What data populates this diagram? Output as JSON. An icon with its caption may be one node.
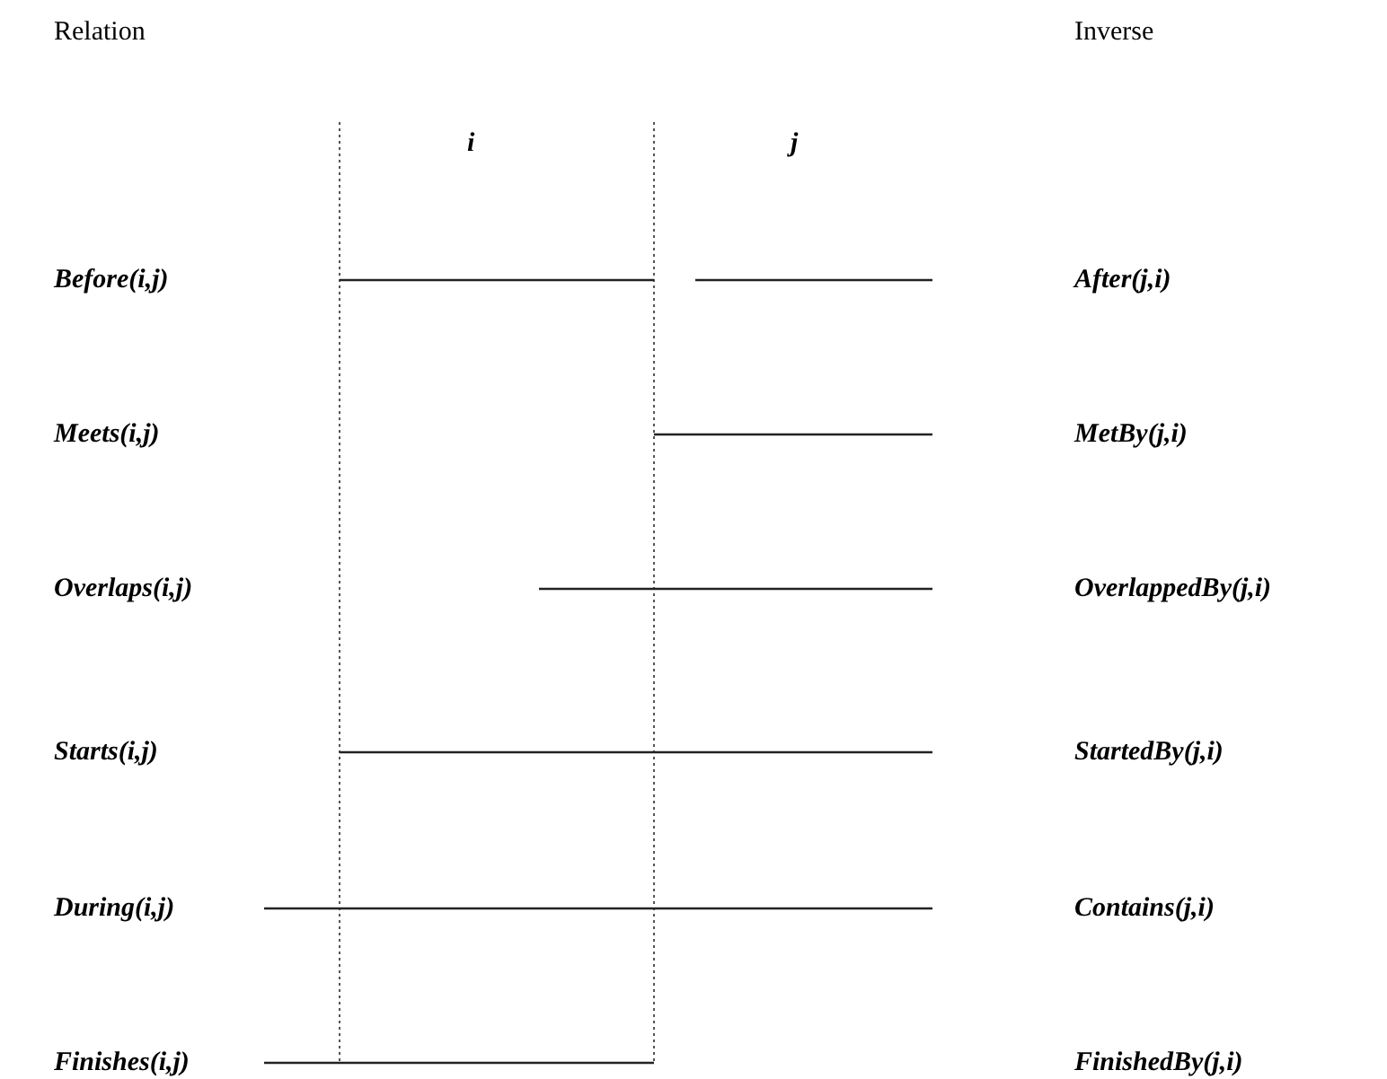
{
  "diagram": {
    "labels": [
      "Relation",
      "Inverse",
      "i",
      "j",
      "Before(i,j)",
      "After(j,i)",
      "Meets(i,j)",
      "MetBy(j,i)",
      "Overlaps(i,j)",
      "OverlappedBy(j,i)",
      "Starts(i,j)",
      "StartedBy(j,i)",
      "During(i,j)",
      "Contains(j,i)",
      "Finishes(i,j)",
      "FinishedBy(j,i)"
    ]
  }
}
